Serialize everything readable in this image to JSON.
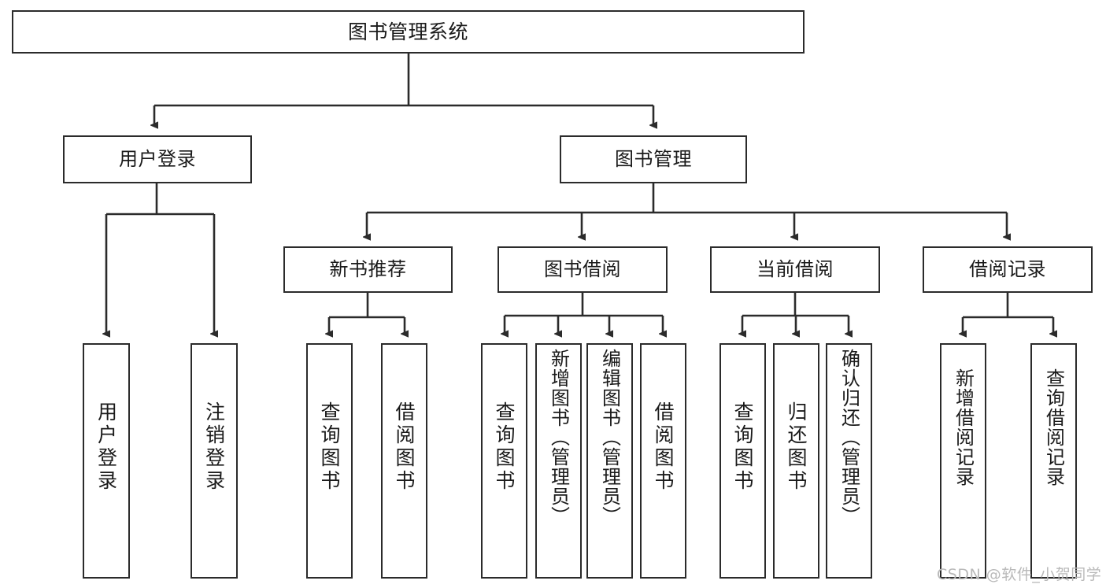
{
  "diagram": {
    "title": "图书管理系统",
    "type": "functional-structure-tree",
    "colors": {
      "stroke": "#2b2b2b",
      "fill": "#ffffff",
      "text": "#1a1a1a",
      "watermark": "#b9b9b9"
    },
    "watermark": "CSDN @软件_小贺同学",
    "nodes": {
      "root": {
        "label": "图书管理系统"
      },
      "level2": [
        {
          "id": "user-login",
          "label": "用户登录"
        },
        {
          "id": "book-manage",
          "label": "图书管理"
        }
      ],
      "level3": [
        {
          "id": "new-book-rec",
          "label": "新书推荐"
        },
        {
          "id": "book-borrow",
          "label": "图书借阅"
        },
        {
          "id": "current-borrow",
          "label": "当前借阅"
        },
        {
          "id": "borrow-record",
          "label": "借阅记录"
        }
      ],
      "leaves": {
        "user-login": [
          {
            "id": "leaf-user-login",
            "label": "用户登录"
          },
          {
            "id": "leaf-logout",
            "label": "注销登录"
          }
        ],
        "new-book-rec": [
          {
            "id": "leaf-query-book-1",
            "label": "查询图书"
          },
          {
            "id": "leaf-borrow-book-1",
            "label": "借阅图书"
          }
        ],
        "book-borrow": [
          {
            "id": "leaf-query-book-2",
            "label": "查询图书"
          },
          {
            "id": "leaf-add-book",
            "label": "新增图书（管理员）"
          },
          {
            "id": "leaf-edit-book",
            "label": "编辑图书（管理员）"
          },
          {
            "id": "leaf-borrow-book-2",
            "label": "借阅图书"
          }
        ],
        "current-borrow": [
          {
            "id": "leaf-query-book-3",
            "label": "查询图书"
          },
          {
            "id": "leaf-return-book",
            "label": "归还图书"
          },
          {
            "id": "leaf-confirm-return",
            "label": "确认归还（管理员）"
          }
        ],
        "borrow-record": [
          {
            "id": "leaf-add-record",
            "label": "新增借阅记录"
          },
          {
            "id": "leaf-query-record",
            "label": "查询借阅记录"
          }
        ]
      }
    }
  }
}
